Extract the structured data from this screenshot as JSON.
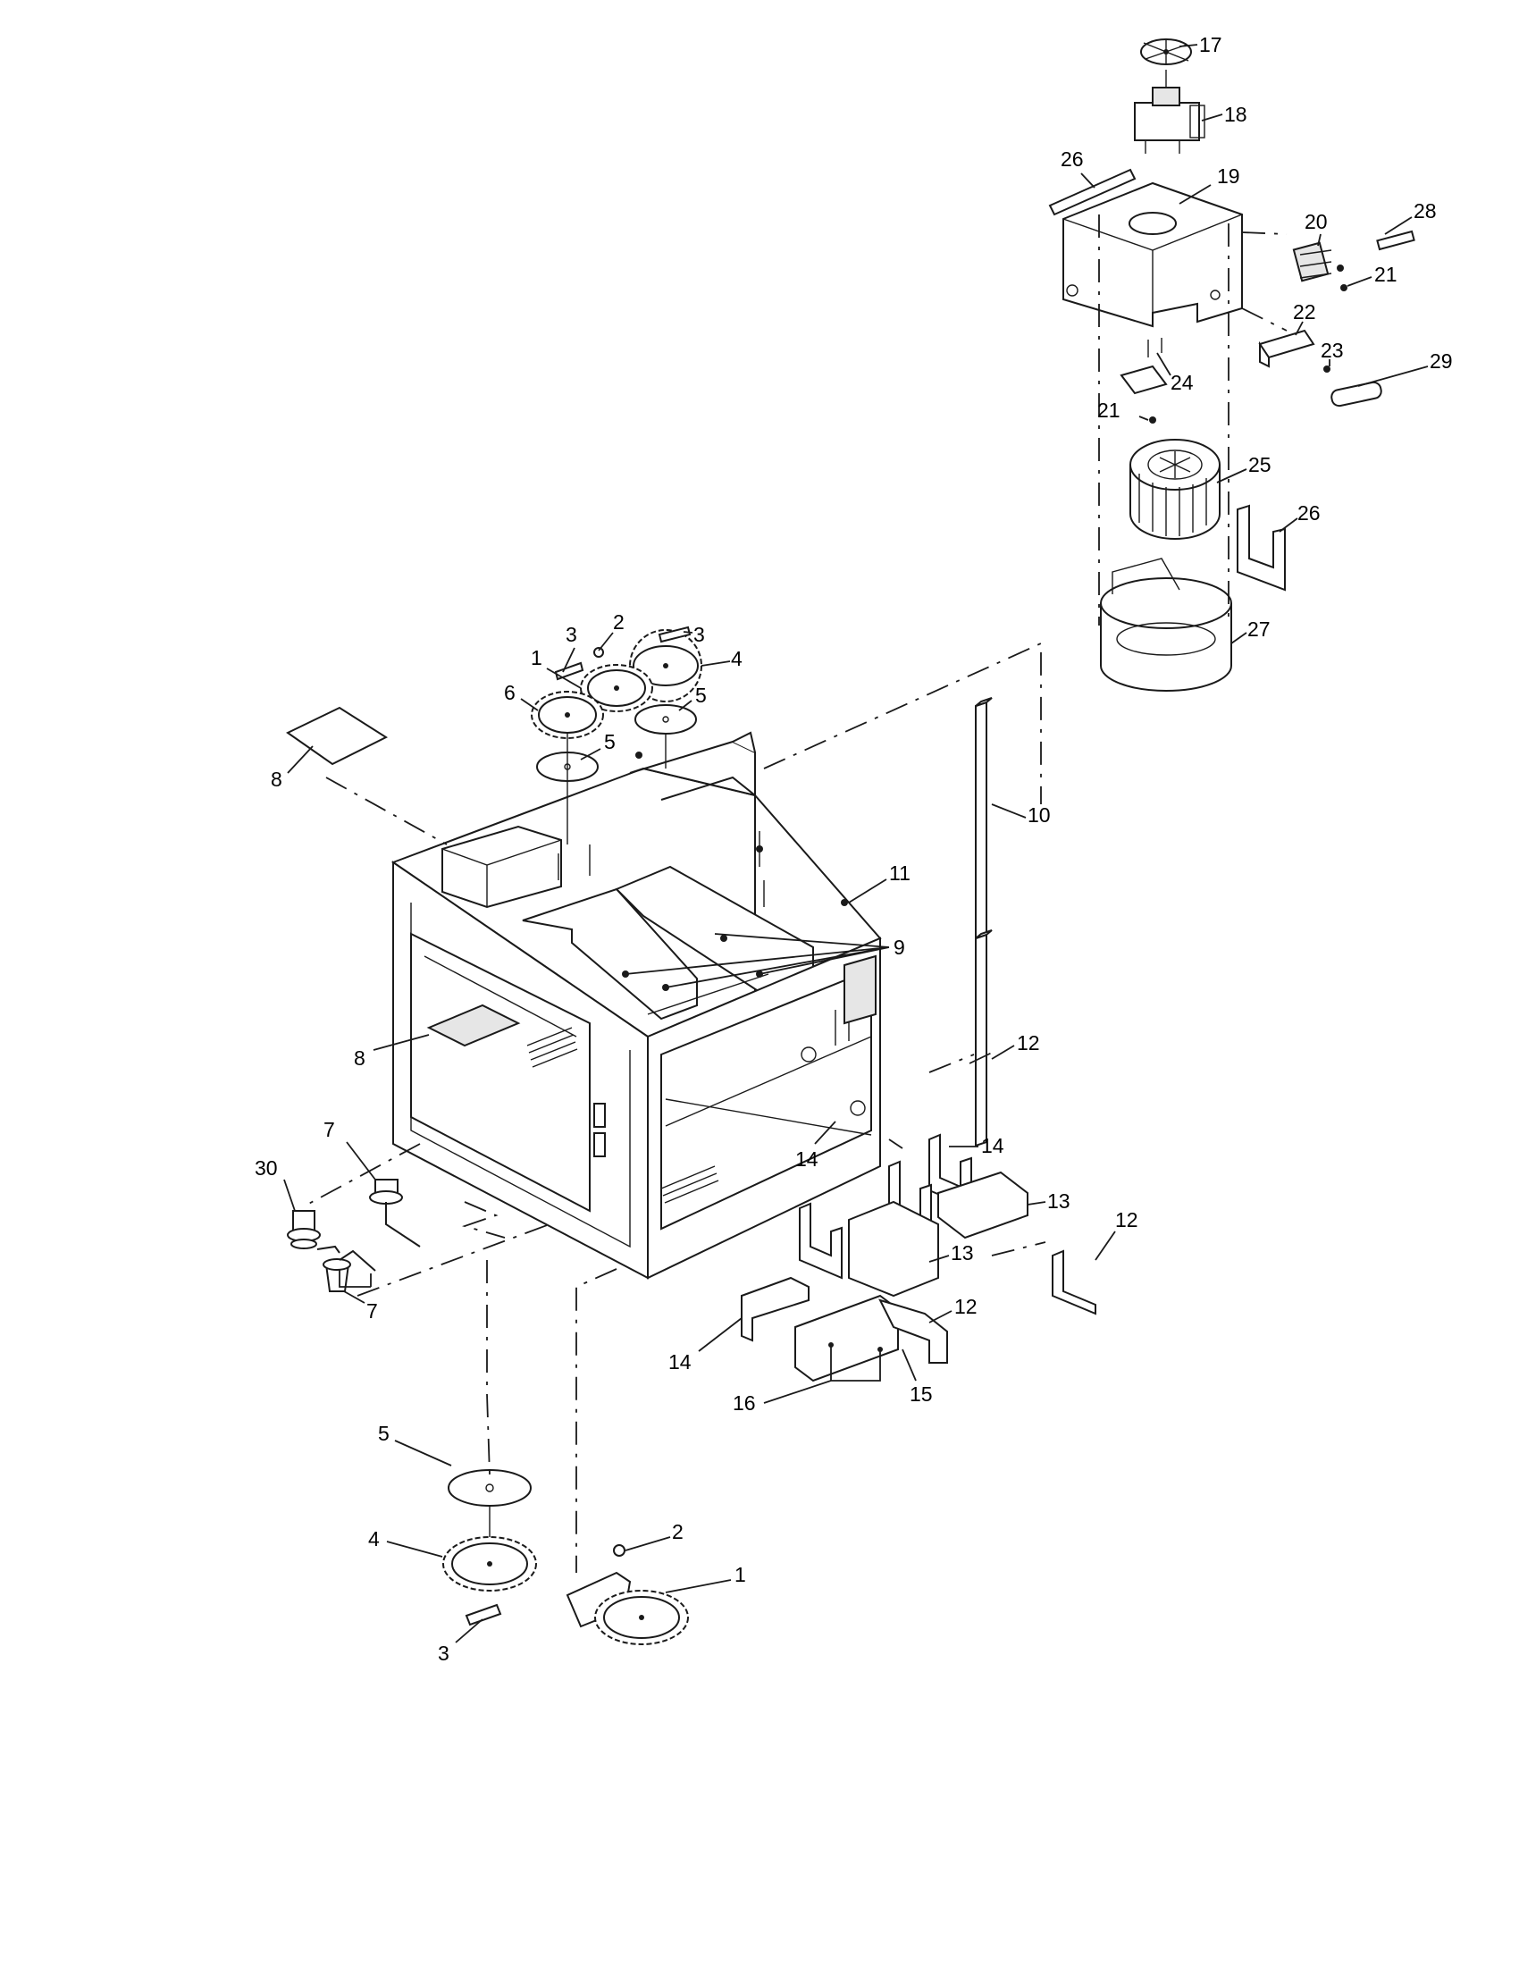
{
  "diagram": {
    "type": "exploded-parts-view",
    "colors": {
      "ink": "#1a1a1a",
      "background": "#ffffff",
      "panel": "#e6e6e6"
    },
    "callouts": [
      {
        "id": "c17",
        "label": "17"
      },
      {
        "id": "c18",
        "label": "18"
      },
      {
        "id": "c26a",
        "label": "26"
      },
      {
        "id": "c19",
        "label": "19"
      },
      {
        "id": "c28",
        "label": "28"
      },
      {
        "id": "c20",
        "label": "20"
      },
      {
        "id": "c21a",
        "label": "21"
      },
      {
        "id": "c22",
        "label": "22"
      },
      {
        "id": "c23",
        "label": "23"
      },
      {
        "id": "c29",
        "label": "29"
      },
      {
        "id": "c24",
        "label": "24"
      },
      {
        "id": "c21b",
        "label": "21"
      },
      {
        "id": "c25",
        "label": "25"
      },
      {
        "id": "c26b",
        "label": "26"
      },
      {
        "id": "c27",
        "label": "27"
      },
      {
        "id": "c2a",
        "label": "2"
      },
      {
        "id": "c3a",
        "label": "3"
      },
      {
        "id": "c3b",
        "label": "3"
      },
      {
        "id": "c1a",
        "label": "1"
      },
      {
        "id": "c4a",
        "label": "4"
      },
      {
        "id": "c6",
        "label": "6"
      },
      {
        "id": "c5a",
        "label": "5"
      },
      {
        "id": "c5b",
        "label": "5"
      },
      {
        "id": "c8a",
        "label": "8"
      },
      {
        "id": "c11",
        "label": "11"
      },
      {
        "id": "c10",
        "label": "10"
      },
      {
        "id": "c9",
        "label": "9"
      },
      {
        "id": "c8b",
        "label": "8"
      },
      {
        "id": "c12a",
        "label": "12"
      },
      {
        "id": "c7a",
        "label": "7"
      },
      {
        "id": "c30",
        "label": "30"
      },
      {
        "id": "c14a",
        "label": "14"
      },
      {
        "id": "c14b",
        "label": "14"
      },
      {
        "id": "c13a",
        "label": "13"
      },
      {
        "id": "c12b",
        "label": "12"
      },
      {
        "id": "c13b",
        "label": "13"
      },
      {
        "id": "c7b",
        "label": "7"
      },
      {
        "id": "c12c",
        "label": "12"
      },
      {
        "id": "c14c",
        "label": "14"
      },
      {
        "id": "c16",
        "label": "16"
      },
      {
        "id": "c15",
        "label": "15"
      },
      {
        "id": "c5c",
        "label": "5"
      },
      {
        "id": "c2b",
        "label": "2"
      },
      {
        "id": "c4b",
        "label": "4"
      },
      {
        "id": "c1b",
        "label": "1"
      },
      {
        "id": "c3c",
        "label": "3"
      }
    ]
  }
}
